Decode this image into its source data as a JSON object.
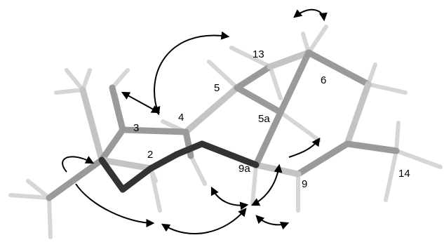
{
  "diagram": {
    "colors": {
      "carbon": "#9a9a9a",
      "carbon_light": "#c4c4c4",
      "hydrogen": "#d6d6d6",
      "oxygen": "#333333",
      "arrow": "#000000"
    },
    "labels": {
      "c2": "2",
      "c3": "3",
      "c4": "4",
      "c5": "5",
      "c5a": "5a",
      "c6": "6",
      "c9": "9",
      "c9a": "9a",
      "c13": "13",
      "c14": "14"
    }
  }
}
